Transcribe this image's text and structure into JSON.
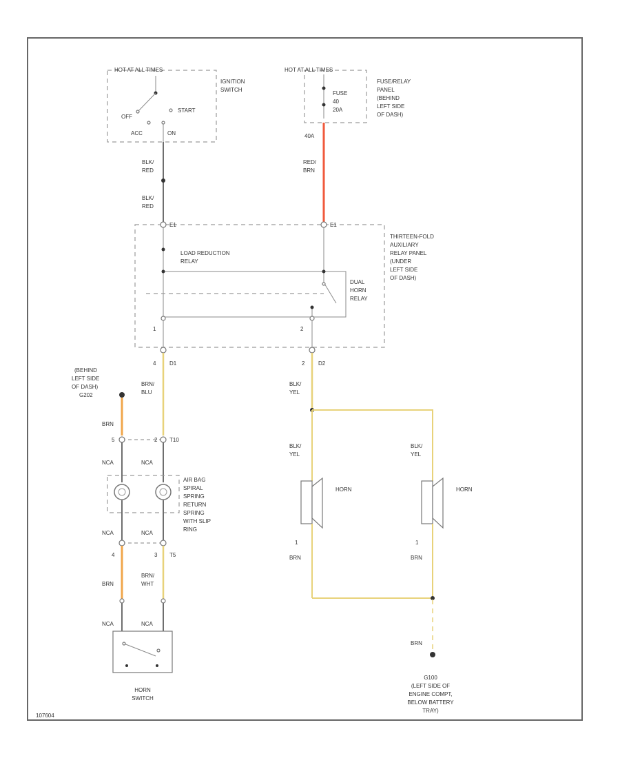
{
  "diagram_id": "107604",
  "colors": {
    "red_wire": "#f05a3c",
    "yellow_wire": "#e8d27a",
    "orange_wire": "#f0a64a",
    "gray_wire": "#777777",
    "outline": "#666666",
    "text": "#333333"
  },
  "ignition": {
    "hot_label": "HOT AT ALL TIMES",
    "name": [
      "IGNITION",
      "SWITCH"
    ],
    "off": "OFF",
    "start": "START",
    "acc": "ACC",
    "on": "ON"
  },
  "fuse_panel": {
    "hot_label": "HOT AT ALL TIMES",
    "fuse": [
      "FUSE",
      "40",
      "20A"
    ],
    "name": [
      "FUSE/RELAY",
      "PANEL",
      "(BEHIND",
      "LEFT SIDE",
      "OF DASH)"
    ],
    "pin": "40A"
  },
  "wires": {
    "blk_red_1": [
      "BLK/",
      "RED"
    ],
    "blk_red_2": [
      "BLK/",
      "RED"
    ],
    "red_brn": [
      "RED/",
      "BRN"
    ],
    "brn_blu": [
      "BRN/",
      "BLU"
    ],
    "blk_yel_main": [
      "BLK/",
      "YEL"
    ],
    "blk_yel_left": [
      "BLK/",
      "YEL"
    ],
    "blk_yel_right": [
      "BLK/",
      "YEL"
    ],
    "brn_left": "BRN",
    "brn_horn_left": "BRN",
    "brn_horn_right": "BRN",
    "brn_lower_left": "BRN",
    "brn_wht": [
      "BRN/",
      "WHT"
    ],
    "brn_ground": "BRN"
  },
  "relay_panel": {
    "name": [
      "THIRTEEN-FOLD",
      "AUXILIARY",
      "RELAY PANEL",
      "(UNDER",
      "LEFT SIDE",
      "OF DASH)"
    ],
    "load_relay": [
      "LOAD REDUCTION",
      "RELAY"
    ],
    "horn_relay": [
      "DUAL",
      "HORN",
      "RELAY"
    ],
    "conn_left": "E1",
    "conn_right": "E1",
    "pin_left": "1",
    "pin_right": "2"
  },
  "connectors": {
    "d1_pin": "4",
    "d1": "D1",
    "d2_pin": "2",
    "d2": "D2",
    "t10_left_pin": "5",
    "t10_right_pin": "2",
    "t10": "T10",
    "t5_left_pin": "4",
    "t5_right_pin": "3",
    "t5": "T5",
    "nca": "NCA"
  },
  "ground_top": [
    "(BEHIND",
    "LEFT SIDE",
    "OF DASH)",
    "G202"
  ],
  "air_bag": [
    "AIR BAG",
    "SPIRAL",
    "SPRING",
    "RETURN",
    "SPRING",
    "WITH SLIP",
    "RING"
  ],
  "horns": {
    "label": "HORN",
    "pin": "1"
  },
  "horn_switch": [
    "HORN",
    "SWITCH"
  ],
  "ground_bottom": [
    "G100",
    "(LEFT SIDE OF",
    "ENGINE COMPT,",
    "BELOW BATTERY",
    "TRAY)"
  ]
}
